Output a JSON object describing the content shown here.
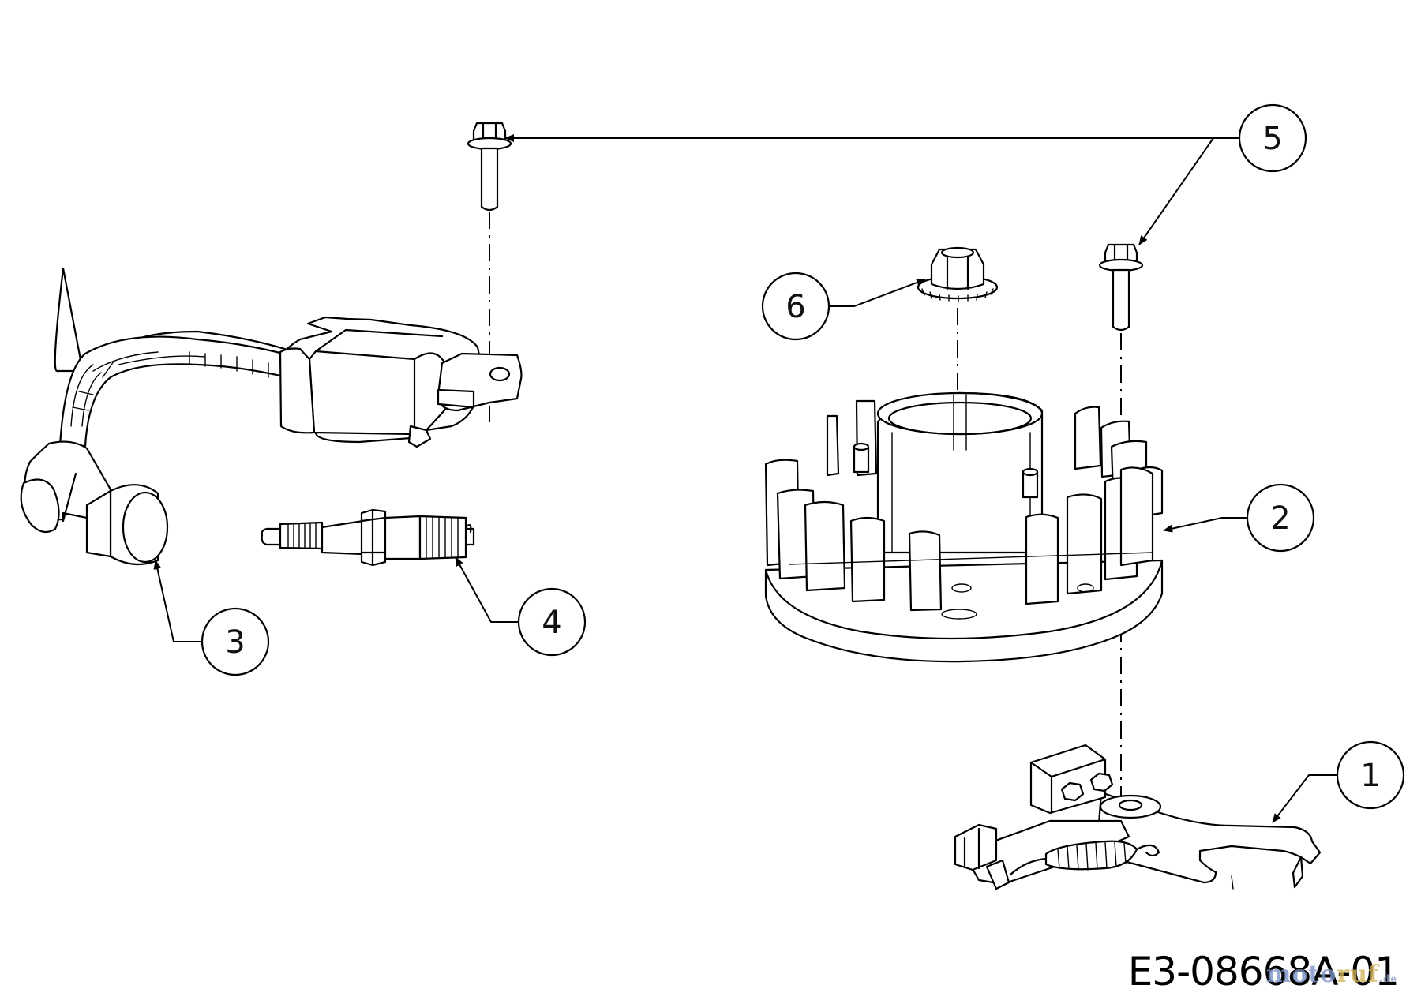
{
  "diagram": {
    "drawing_code": "E3-08668A-01",
    "watermark": {
      "part1": "moto",
      "part2": "ruf",
      "tld": ".de"
    },
    "callouts": [
      {
        "id": "1",
        "label": "1"
      },
      {
        "id": "2",
        "label": "2"
      },
      {
        "id": "3",
        "label": "3"
      },
      {
        "id": "4",
        "label": "4"
      },
      {
        "id": "5",
        "label": "5"
      },
      {
        "id": "6",
        "label": "6"
      }
    ]
  }
}
